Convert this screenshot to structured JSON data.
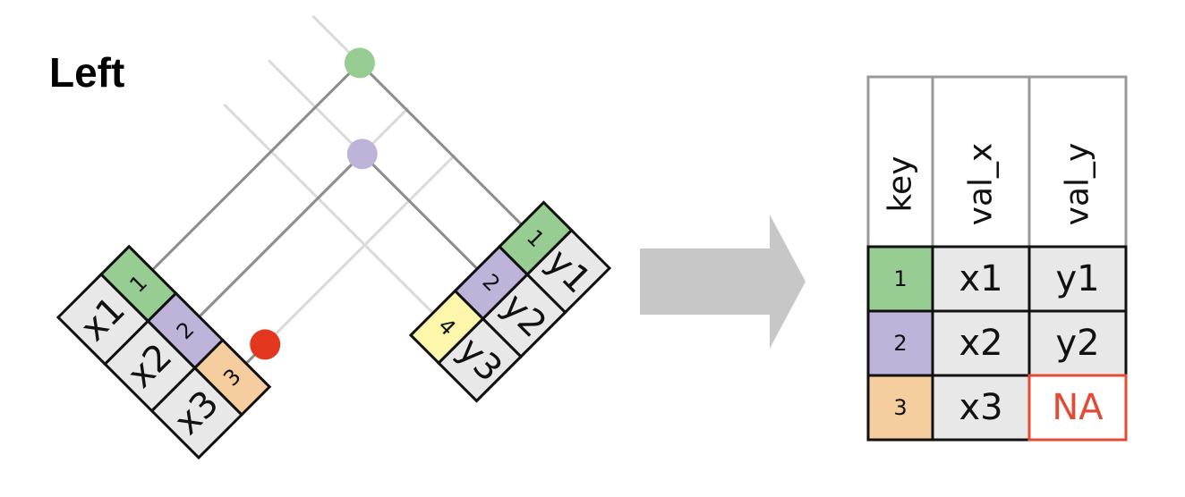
{
  "title": "Left",
  "colors": {
    "key1": "#97cc92",
    "key2": "#beb3d8",
    "key3": "#f6cd9e",
    "key4": "#fdf6ab",
    "value_cell": "#e8e8e8",
    "na": "#e34b36",
    "match_dot_red": "#e3371f",
    "arrow": "#c7c7c7",
    "grid": "#dadada",
    "link": "#8d8d8d"
  },
  "x_table": {
    "rows": [
      {
        "key": "1",
        "val": "x1",
        "color": "key1"
      },
      {
        "key": "2",
        "val": "x2",
        "color": "key2"
      },
      {
        "key": "3",
        "val": "x3",
        "color": "key3"
      }
    ]
  },
  "y_table": {
    "rows": [
      {
        "key": "1",
        "val": "y1",
        "color": "key1"
      },
      {
        "key": "2",
        "val": "y2",
        "color": "key2"
      },
      {
        "key": "4",
        "val": "y3",
        "color": "key4"
      }
    ]
  },
  "result_table": {
    "headers": [
      "key",
      "val_x",
      "val_y"
    ],
    "rows": [
      {
        "key": "1",
        "val_x": "x1",
        "val_y": "y1",
        "color": "key1"
      },
      {
        "key": "2",
        "val_x": "x2",
        "val_y": "y2",
        "color": "key2"
      },
      {
        "key": "3",
        "val_x": "x3",
        "val_y": "NA",
        "color": "key3"
      }
    ]
  }
}
